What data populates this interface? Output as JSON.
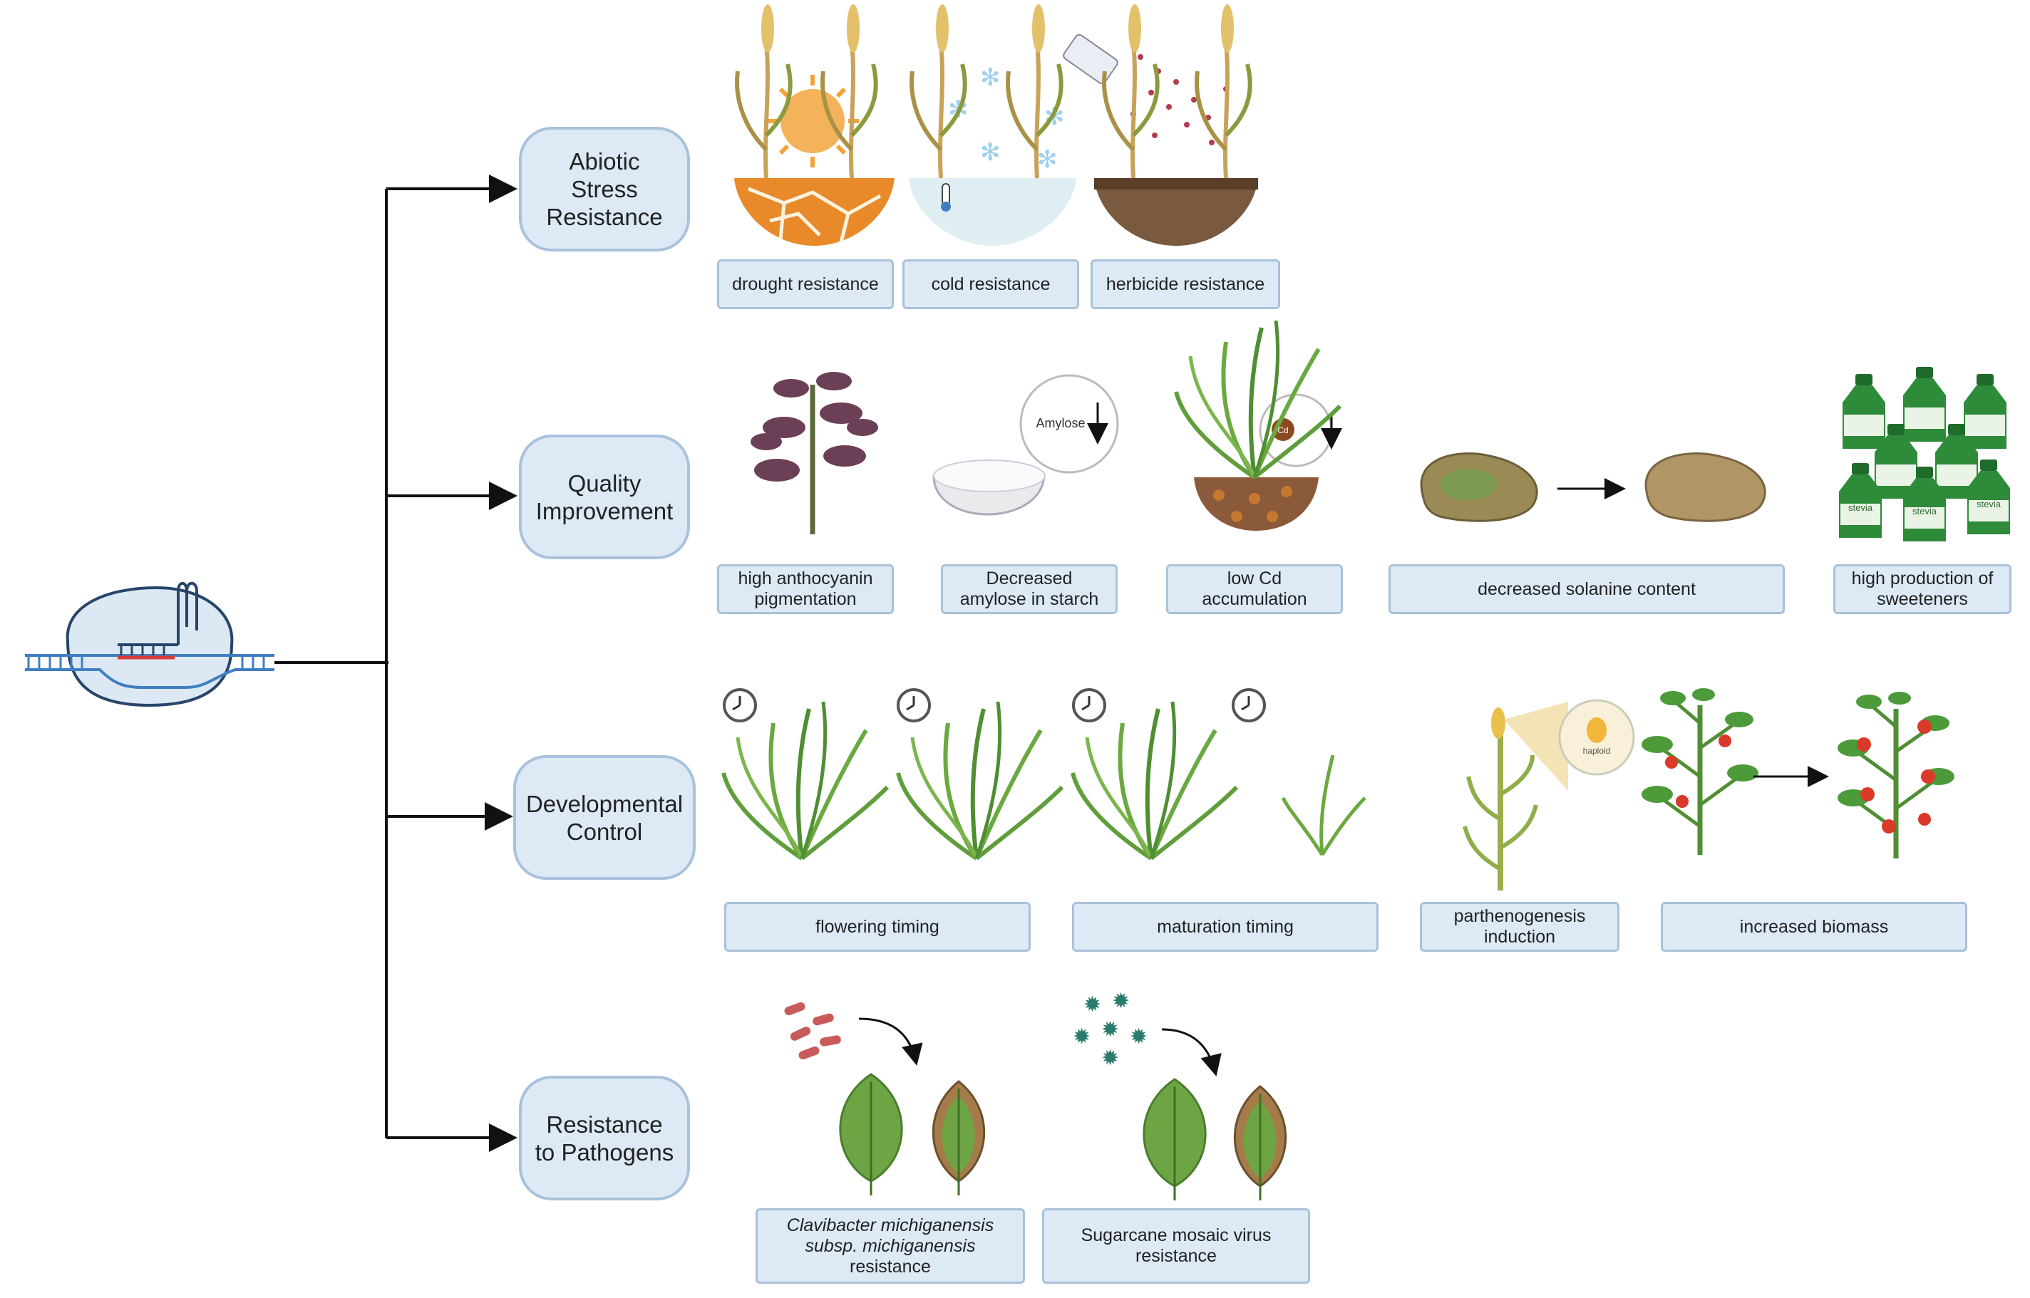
{
  "categories": {
    "abiotic": "Abiotic\nStress\nResistance",
    "quality": "Quality\nImprovement",
    "developmental": "Developmental\nControl",
    "pathogens": "Resistance\nto Pathogens"
  },
  "labels": {
    "drought": "drought resistance",
    "cold": "cold resistance",
    "herbicide": "herbicide resistance",
    "anthocyanin": "high anthocyanin\npigmentation",
    "amylose": "Decreased\namylose in starch",
    "cadmium": "low Cd\naccumulation",
    "solanine": "decreased solanine content",
    "sweeteners": "high production of\nsweeteners",
    "flowering": "flowering timing",
    "maturation": "maturation timing",
    "parthenogenesis": "parthenogenesis\ninduction",
    "biomass": "increased biomass",
    "clavibacter_italic": "Clavibacter michiganensis\nsubsp. michiganensis",
    "clavibacter_plain": "resistance",
    "sugarcane": "Sugarcane mosaic virus\nresistance"
  },
  "icon_text": {
    "amylose": "Amylose",
    "cadmium": "Cd",
    "haploid": "haploid",
    "stevia": "stevia"
  },
  "colors": {
    "box_fill": "#dde9f5",
    "box_border": "#a9c2dc",
    "arrow": "#111111",
    "leaf_green": "#6ea544",
    "soil_orange": "#e88a2a",
    "bottle_green": "#2e8b3a"
  }
}
